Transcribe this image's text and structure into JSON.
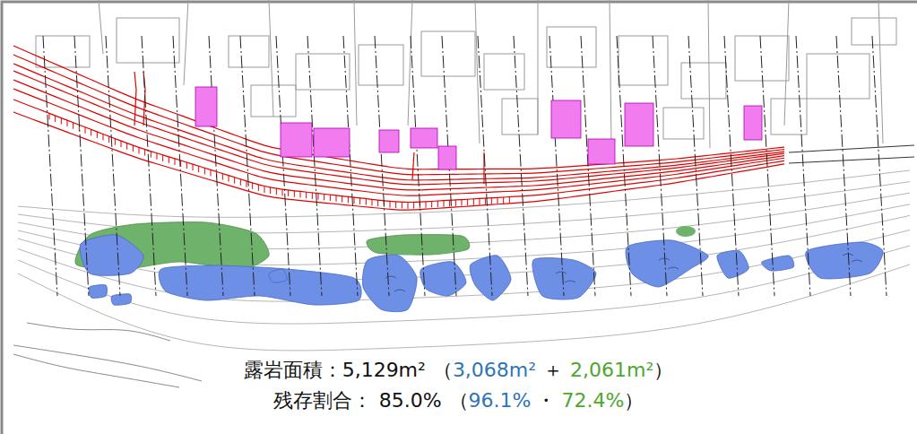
{
  "diagram": {
    "labels": [
      "露岩面積：5,129m²",
      "（",
      "3,068m²",
      "＋",
      "2,061m²",
      "）",
      "残存割合：",
      "85.0%",
      "（",
      "96.1%",
      "・",
      "72.4%",
      "）"
    ]
  }
}
